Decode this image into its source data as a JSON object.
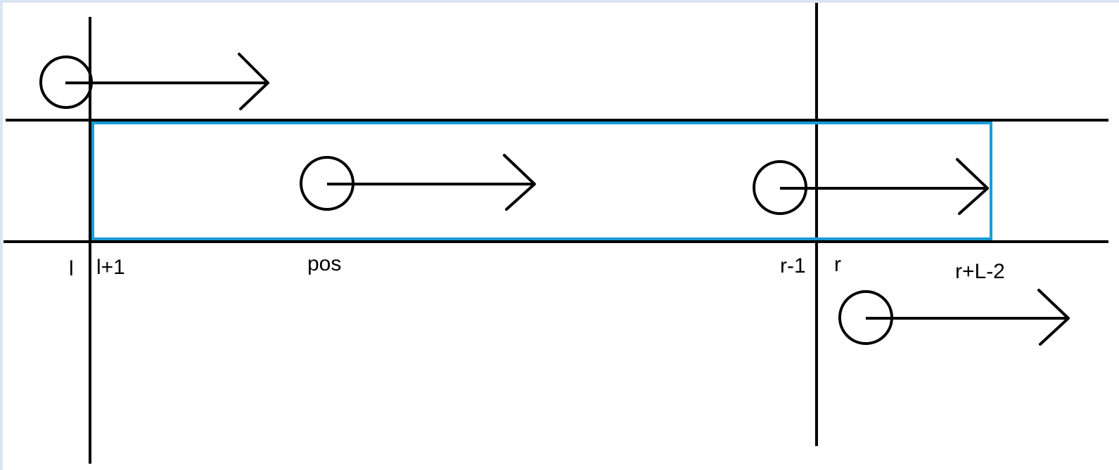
{
  "diagram": {
    "colors": {
      "background": "#dbe5f1",
      "canvas": "#ffffff",
      "ink": "#000000",
      "highlight": "#1a9ad6"
    },
    "labels": {
      "l": "l",
      "l_plus_1": "l+1",
      "pos": "pos",
      "r_minus_1": "r-1",
      "r": "r",
      "r_plus_L_minus_2": "r+L-2"
    }
  }
}
